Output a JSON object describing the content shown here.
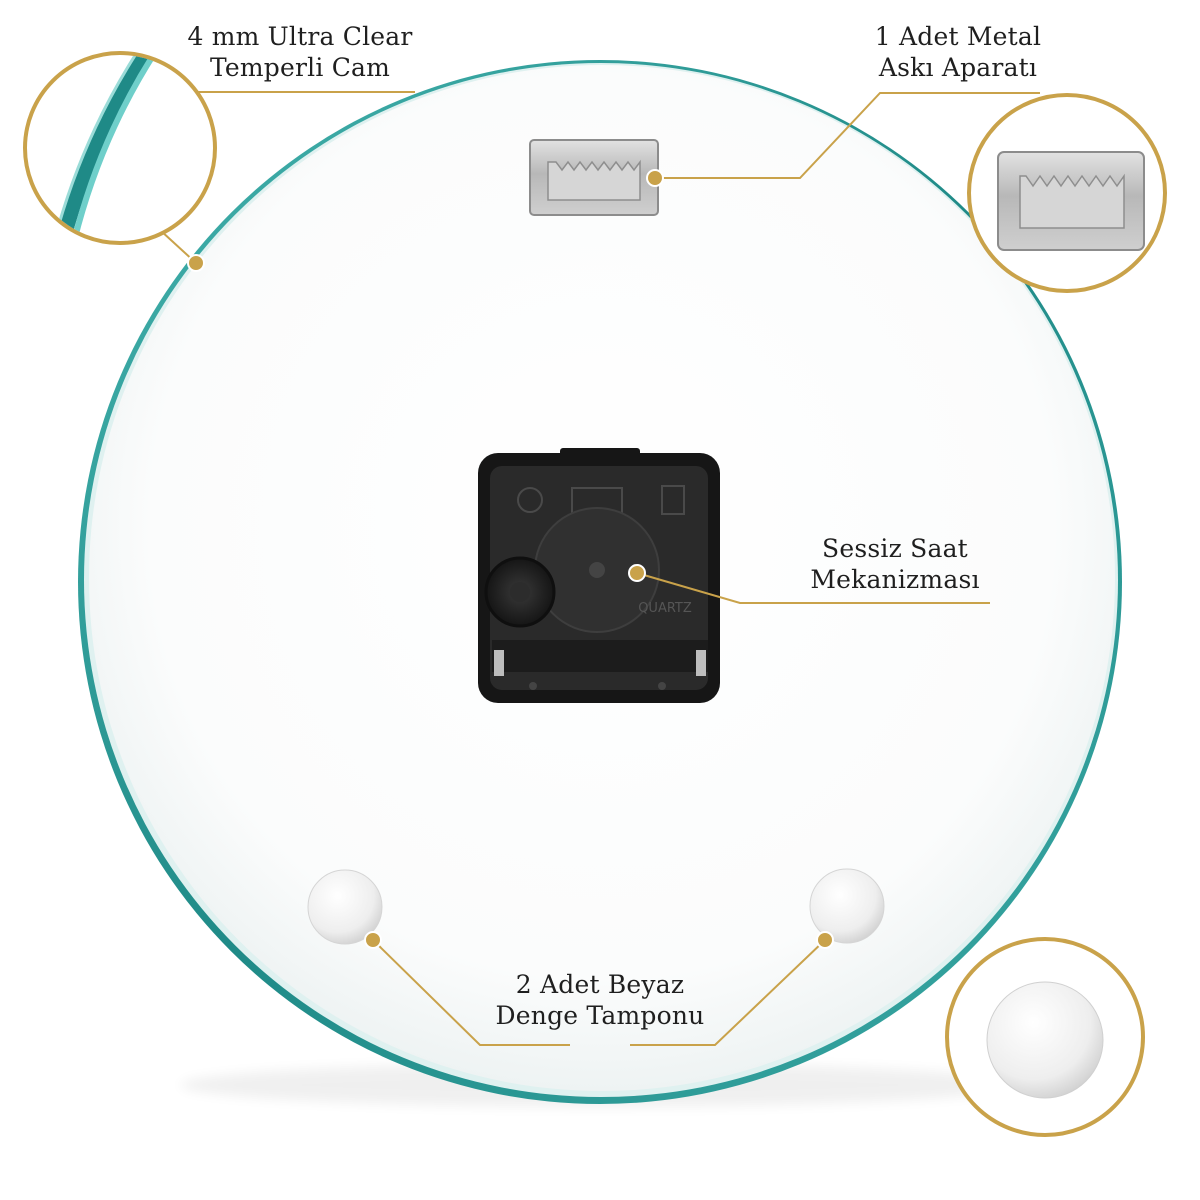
{
  "colors": {
    "background": "#ffffff",
    "glass_edge": "#2a9d9a",
    "gold": "#c9a24a",
    "text": "#1f1f1f",
    "mechanism": "#1a1a1a",
    "metal": "#bdbdbd",
    "bumper": "#f4f4f4"
  },
  "callouts": {
    "glass": {
      "line1": "4 mm Ultra Clear",
      "line2": "Temperli Cam",
      "icon": "glass-edge-icon"
    },
    "hanger": {
      "line1": "1 Adet Metal",
      "line2": "Askı Aparatı",
      "icon": "metal-hanger-icon"
    },
    "mechanism": {
      "line1": "Sessiz Saat",
      "line2": "Mekanizması",
      "icon": "clock-mechanism-icon"
    },
    "bumpers": {
      "line1": "2 Adet Beyaz",
      "line2": "Denge Tamponu",
      "icon": "bumper-icon"
    }
  }
}
